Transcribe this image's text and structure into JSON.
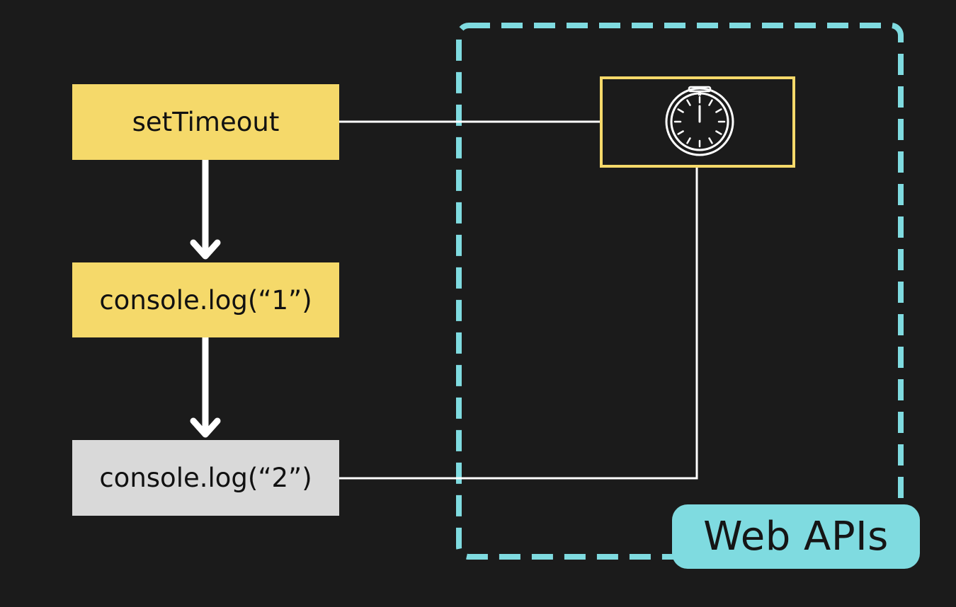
{
  "nodes": {
    "settimeout": "setTimeout",
    "log1": "console.log(“1”)",
    "log2": "console.log(“2”)"
  },
  "web_apis": {
    "label": "Web APIs"
  },
  "icons": {
    "timer": "stopwatch-icon"
  },
  "colors": {
    "background": "#1b1b1b",
    "yellow_box": "#f5d96a",
    "gray_box": "#d9d9d9",
    "web_apis_accent": "#7fdbe0",
    "lines": "#ffffff"
  }
}
